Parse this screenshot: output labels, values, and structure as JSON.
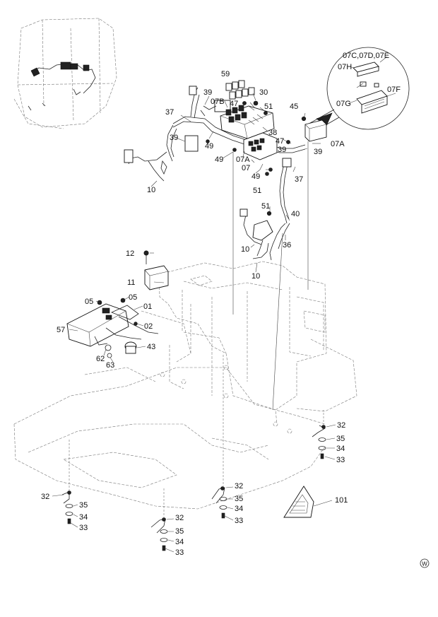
{
  "diagram": {
    "labels": {
      "l59": "59",
      "l39a": "39",
      "l30": "30",
      "l07b": "07B",
      "l47a": "47",
      "l51a": "51",
      "l45": "45",
      "l37a": "37",
      "l39b": "39",
      "l49a": "49",
      "l38": "38",
      "l47b": "47",
      "l07a1": "07A",
      "l39c": "39",
      "l39d": "39",
      "l49b": "49",
      "l07a2": "07A",
      "l07": "07",
      "l49c": "49",
      "l37b": "37",
      "l51b": "51",
      "l10a": "10",
      "l51c": "51",
      "l40": "40",
      "l10b": "10",
      "l36": "36",
      "l10c": "10",
      "l12": "12",
      "l11": "11",
      "l05a": "05",
      "l05b": "05",
      "l01": "01",
      "l02": "02",
      "l57": "57",
      "l43": "43",
      "l62": "62",
      "l63": "63",
      "l07c": "07C,07D,07E",
      "l07h": "07H",
      "l07g": "07G",
      "l07f": "07F",
      "l32a": "32",
      "l35a": "35",
      "l34a": "34",
      "l33a": "33",
      "l32b": "32",
      "l35b": "35",
      "l34b": "34",
      "l33b": "33",
      "l32c": "32",
      "l35c": "35",
      "l34c": "34",
      "l33c": "33",
      "l32d": "32",
      "l35d": "35",
      "l34d": "34",
      "l33d": "33",
      "l101": "101",
      "w": "W"
    }
  }
}
